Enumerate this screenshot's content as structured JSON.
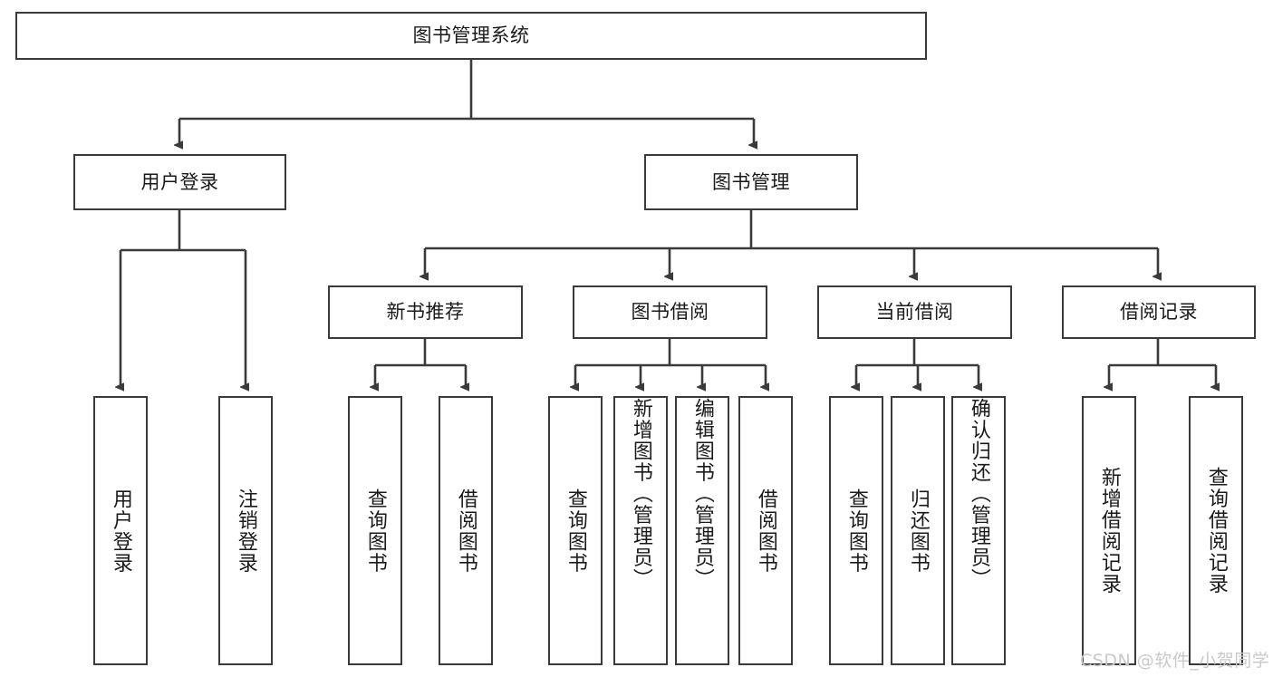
{
  "diagram": {
    "title": "图书管理系统",
    "type": "hierarchy-tree",
    "root": {
      "label": "图书管理系统"
    },
    "level2": [
      {
        "label": "用户登录"
      },
      {
        "label": "图书管理"
      }
    ],
    "level3": [
      {
        "label": "新书推荐"
      },
      {
        "label": "图书借阅"
      },
      {
        "label": "当前借阅"
      },
      {
        "label": "借阅记录"
      }
    ],
    "leaves": {
      "user_login": [
        {
          "label": "用户登录"
        },
        {
          "label": "注销登录"
        }
      ],
      "new_book_recommend": [
        {
          "label": "查询图书"
        },
        {
          "label": "借阅图书"
        }
      ],
      "book_borrow": [
        {
          "label": "查询图书"
        },
        {
          "label": "新增图书（管理员）"
        },
        {
          "label": "编辑图书（管理员）"
        },
        {
          "label": "借阅图书"
        }
      ],
      "current_borrow": [
        {
          "label": "查询图书"
        },
        {
          "label": "归还图书"
        },
        {
          "label": "确认归还（管理员）"
        }
      ],
      "borrow_record": [
        {
          "label": "新增借阅记录"
        },
        {
          "label": "查询借阅记录"
        }
      ]
    }
  },
  "watermark": {
    "text": "CSDN @软件_小贺同学"
  },
  "colors": {
    "stroke": "#3a3a3a",
    "text": "#1a1a1a",
    "background": "#ffffff",
    "watermark": "#c9c9c9"
  }
}
